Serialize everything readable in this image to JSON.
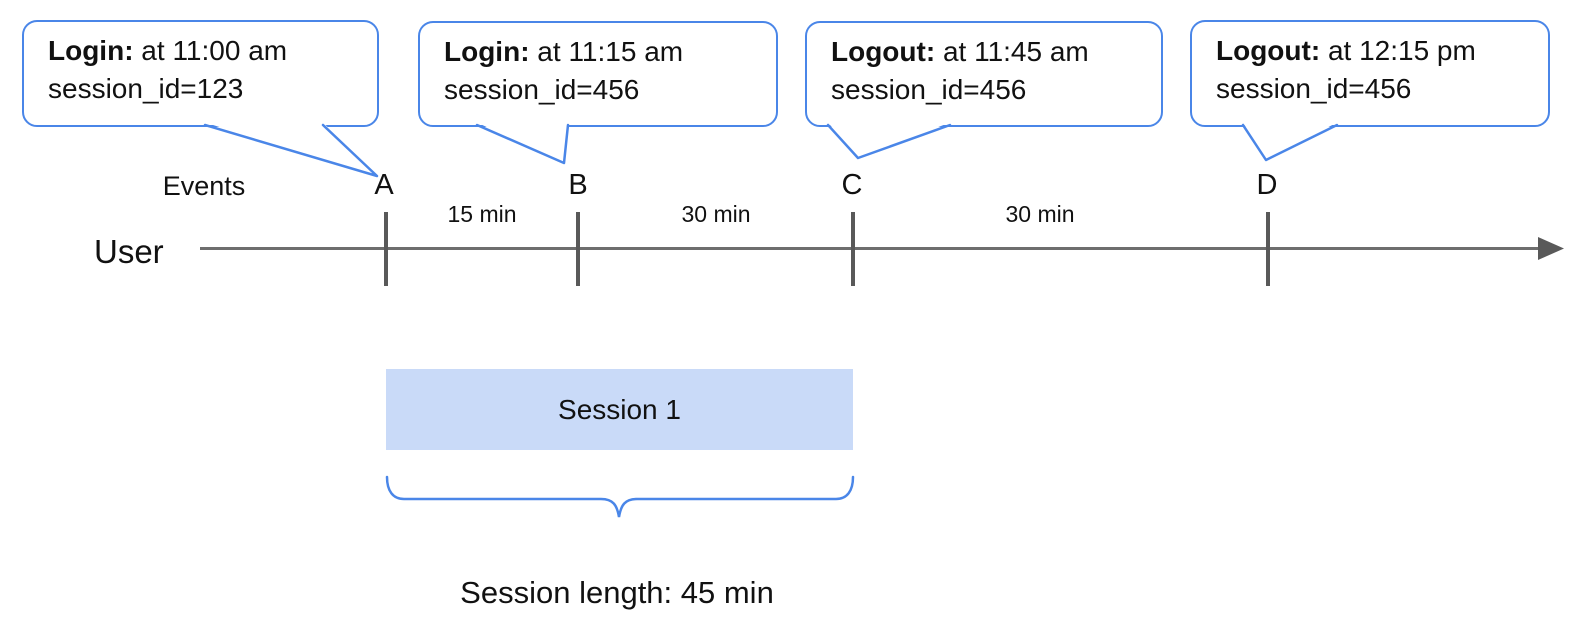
{
  "diagram": {
    "colors": {
      "accent_blue": "#4a86e8",
      "session_fill": "#c9daf8",
      "timeline_gray": "#6e6e6e",
      "tick_gray": "#595959",
      "text_black": "#111111"
    },
    "timeline": {
      "row_label": "User",
      "events_label": "Events"
    },
    "events": [
      {
        "id": "A",
        "callout_title": "Login:",
        "callout_time": " at 11:00 am",
        "callout_detail": "session_id=123"
      },
      {
        "id": "B",
        "callout_title": "Login:",
        "callout_time": " at 11:15 am",
        "callout_detail": "session_id=456"
      },
      {
        "id": "C",
        "callout_title": "Logout:",
        "callout_time": " at 11:45 am",
        "callout_detail": "session_id=456"
      },
      {
        "id": "D",
        "callout_title": "Logout:",
        "callout_time": " at 12:15 pm",
        "callout_detail": "session_id=456"
      }
    ],
    "intervals": [
      {
        "label": "15 min"
      },
      {
        "label": "30 min"
      },
      {
        "label": "30 min"
      }
    ],
    "session": {
      "label": "Session 1",
      "length_caption": "Session length: 45 min"
    }
  }
}
